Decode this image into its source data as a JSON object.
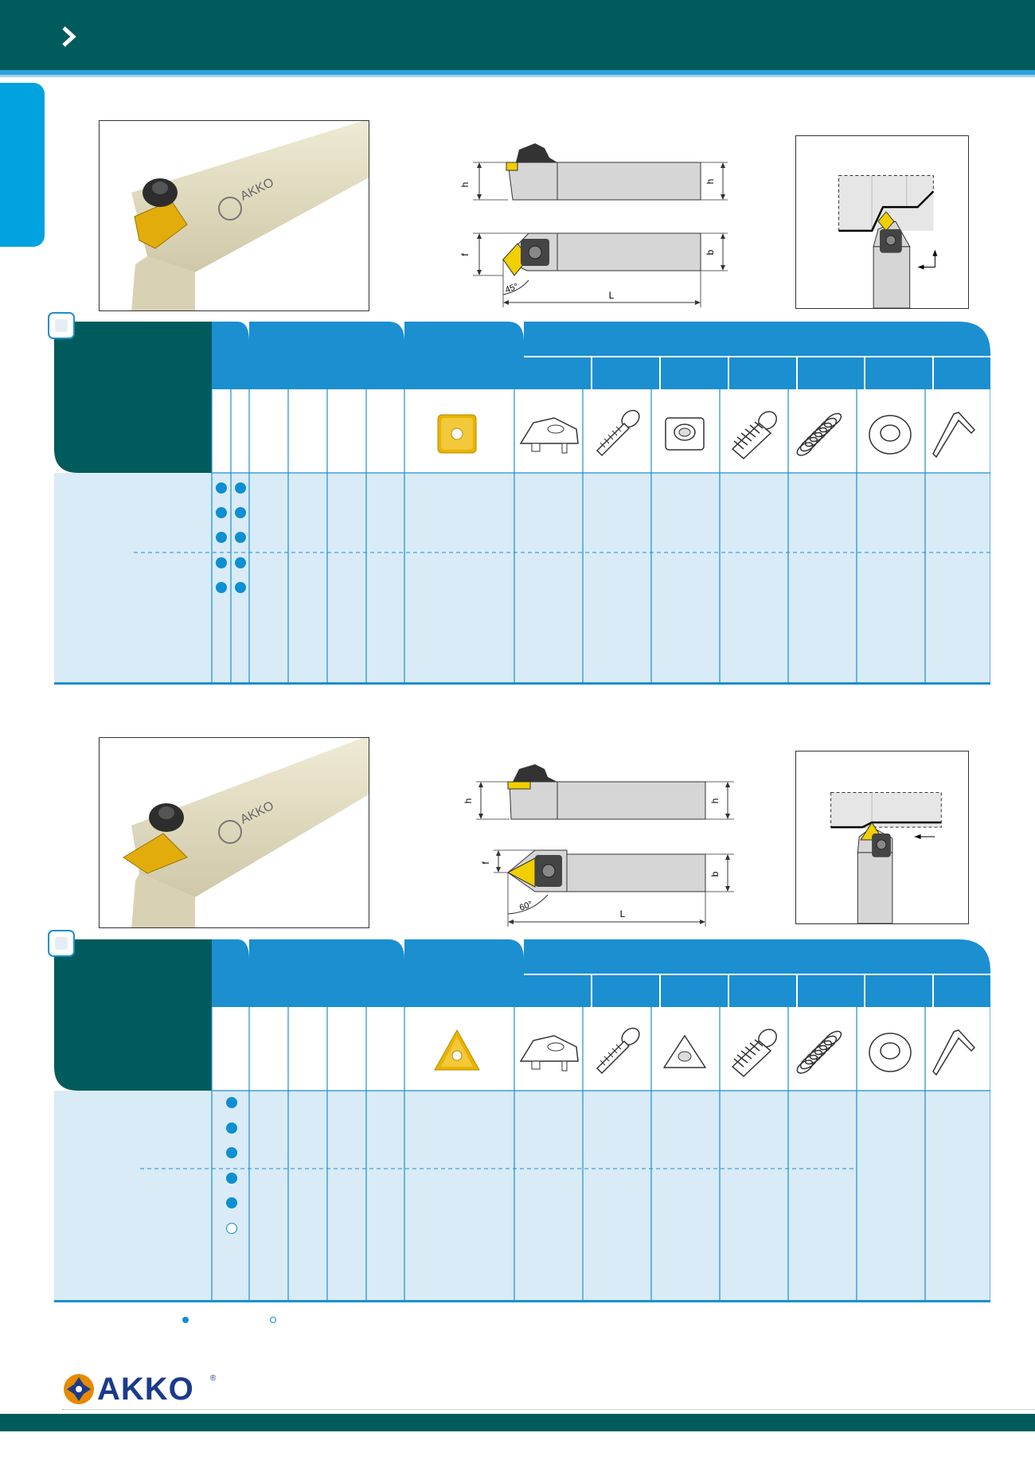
{
  "brand": {
    "name": "AKKO",
    "registered": "®"
  },
  "colors": {
    "header": "#005c5c",
    "accent": "#00a3df",
    "table_blue": "#1b8fd0",
    "table_light": "#d9ebf7",
    "dark_teal": "#005c5c",
    "insert_gold": "#e8b400"
  },
  "section1": {
    "drawing": {
      "labels": {
        "h": "h",
        "f": "f",
        "b": "b",
        "L": "L",
        "angle": "45°"
      }
    },
    "photo": {
      "engraving": "AKKO"
    },
    "table": {
      "insert_icon": "square-insert-icon",
      "part_icons": [
        "shim-clamp-icon",
        "clamp-screw-icon",
        "square-shim-icon",
        "shim-screw-icon",
        "spring-icon",
        "washer-icon",
        "hex-key-icon"
      ],
      "rows": [
        {
          "right": "filled",
          "left": "filled"
        },
        {
          "right": "filled",
          "left": "filled"
        },
        {
          "right": "filled",
          "left": "filled"
        },
        {
          "right": "filled",
          "left": "filled"
        },
        {
          "right": "filled",
          "left": "filled"
        }
      ]
    }
  },
  "section2": {
    "drawing": {
      "labels": {
        "h": "h",
        "f": "f",
        "b": "b",
        "L": "L",
        "angle": "60°"
      }
    },
    "photo": {
      "engraving": "AKKO"
    },
    "table": {
      "insert_icon": "triangle-insert-icon",
      "part_icons": [
        "shim-clamp-icon",
        "clamp-screw-icon",
        "triangle-shim-icon",
        "shim-screw-icon",
        "spring-icon",
        "washer-icon",
        "hex-key-icon"
      ],
      "rows": [
        {
          "mark": "filled"
        },
        {
          "mark": "filled"
        },
        {
          "mark": "filled"
        },
        {
          "mark": "filled"
        },
        {
          "mark": "filled"
        },
        {
          "mark": "open"
        }
      ]
    }
  },
  "legend": {
    "filled": "filled-dot",
    "open": "open-dot"
  }
}
